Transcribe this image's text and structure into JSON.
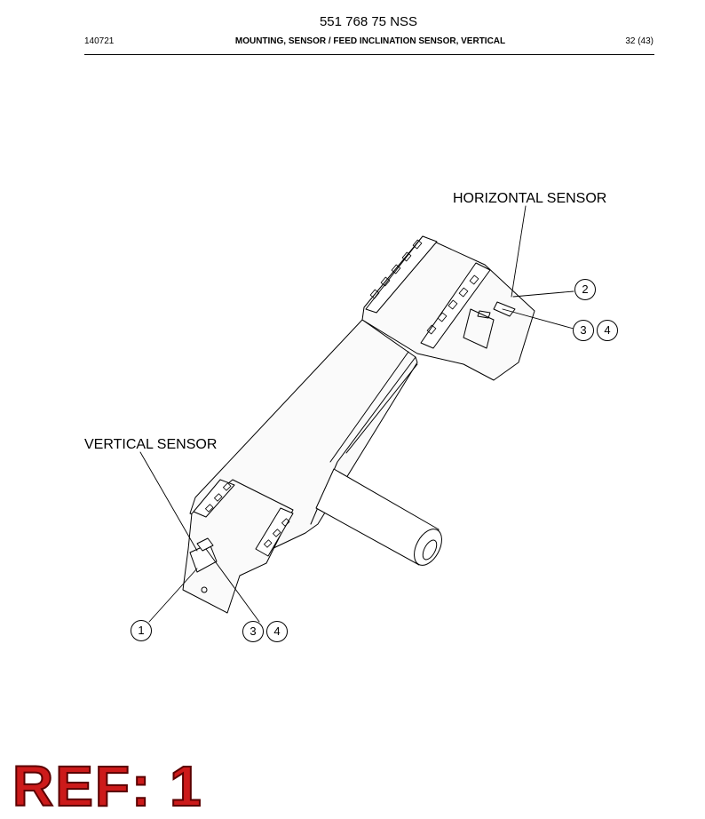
{
  "header": {
    "doc_number": "551 768 75 NSS",
    "date_code": "140721",
    "title": "MOUNTING, SENSOR / FEED INCLINATION SENSOR, VERTICAL",
    "page": "32 (43)"
  },
  "callouts": {
    "horizontal_sensor_label": "HORIZONTAL SENSOR",
    "vertical_sensor_label": "VERTICAL SENSOR",
    "bubbles": {
      "h_2": "2",
      "h_3": "3",
      "h_4": "4",
      "v_1": "1",
      "v_3": "3",
      "v_4": "4"
    }
  },
  "stamp": {
    "ref_text": "REF: 1",
    "color": "#cc1a1a"
  }
}
